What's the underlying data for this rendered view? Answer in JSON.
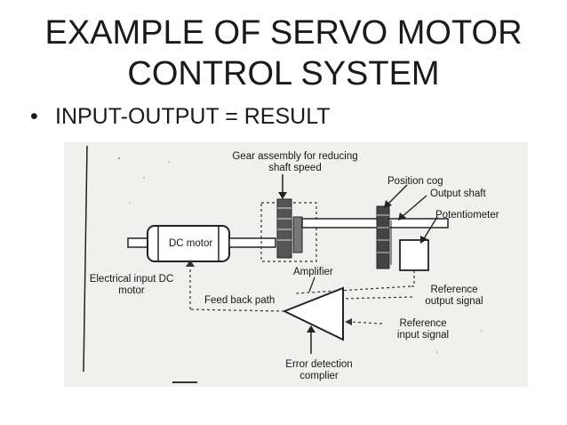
{
  "slide": {
    "title_line1": "EXAMPLE OF SERVO MOTOR",
    "title_line2": "CONTROL SYSTEM",
    "bullet_mark": "•",
    "bullet_text": "INPUT-OUTPUT = RESULT"
  },
  "diagram": {
    "gear_label_line1": "Gear assembly for reducing",
    "gear_label_line2": "shaft speed",
    "position_cog": "Position cog",
    "output_shaft": "Output shaft",
    "potentiometer": "Potentiometer",
    "dc_motor": "DC motor",
    "electrical_input_line1": "Electrical input DC",
    "electrical_input_line2": "motor",
    "amplifier": "Amplifier",
    "feedback_path": "Feed back path",
    "ref_output_line1": "Reference",
    "ref_output_line2": "output signal",
    "ref_input_line1": "Reference",
    "ref_input_line2": "input signal",
    "error_detection_line1": "Error detection",
    "error_detection_line2": "complier"
  }
}
